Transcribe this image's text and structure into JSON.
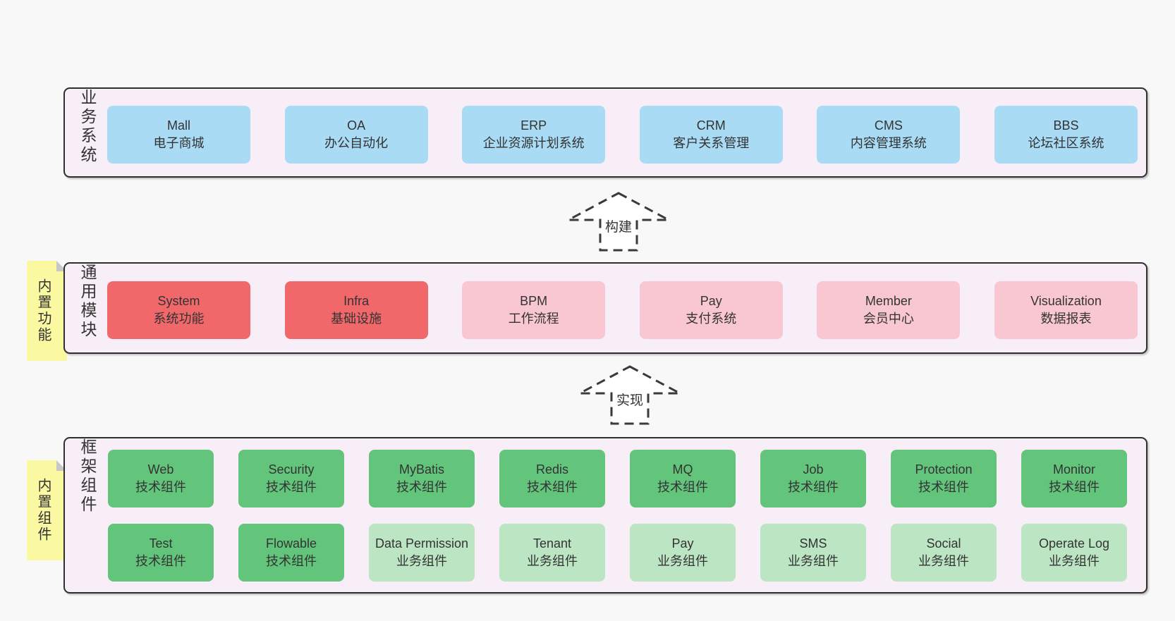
{
  "colors": {
    "page_bg": "#f8f8f8",
    "panel_bg": "#f8eef7",
    "blue": "#a9dbf5",
    "red": "#f1686b",
    "pink": "#f9c7d1",
    "green_dark": "#63c57c",
    "green_light": "#bce5c4",
    "tag_yellow": "#fbf8a2"
  },
  "arrows": {
    "build": "构建",
    "implement": "实现"
  },
  "business": {
    "label": "业务系统",
    "boxes": [
      {
        "en": "Mall",
        "zh": "电子商城"
      },
      {
        "en": "OA",
        "zh": "办公自动化"
      },
      {
        "en": "ERP",
        "zh": "企业资源计划系统"
      },
      {
        "en": "CRM",
        "zh": "客户关系管理"
      },
      {
        "en": "CMS",
        "zh": "内容管理系统"
      },
      {
        "en": "BBS",
        "zh": "论坛社区系统"
      }
    ]
  },
  "modules": {
    "label": "通用模块",
    "tag": "内置功能",
    "boxes": [
      {
        "en": "System",
        "zh": "系统功能"
      },
      {
        "en": "Infra",
        "zh": "基础设施"
      },
      {
        "en": "BPM",
        "zh": "工作流程"
      },
      {
        "en": "Pay",
        "zh": "支付系统"
      },
      {
        "en": "Member",
        "zh": "会员中心"
      },
      {
        "en": "Visualization",
        "zh": "数据报表"
      }
    ]
  },
  "framework": {
    "label": "框架组件",
    "tag": "内置组件",
    "row1": [
      {
        "en": "Web",
        "zh": "技术组件"
      },
      {
        "en": "Security",
        "zh": "技术组件"
      },
      {
        "en": "MyBatis",
        "zh": "技术组件"
      },
      {
        "en": "Redis",
        "zh": "技术组件"
      },
      {
        "en": "MQ",
        "zh": "技术组件"
      },
      {
        "en": "Job",
        "zh": "技术组件"
      },
      {
        "en": "Protection",
        "zh": "技术组件"
      },
      {
        "en": "Monitor",
        "zh": "技术组件"
      }
    ],
    "row2": [
      {
        "en": "Test",
        "zh": "技术组件"
      },
      {
        "en": "Flowable",
        "zh": "技术组件"
      },
      {
        "en": "Data Permission",
        "zh": "业务组件"
      },
      {
        "en": "Tenant",
        "zh": "业务组件"
      },
      {
        "en": "Pay",
        "zh": "业务组件"
      },
      {
        "en": "SMS",
        "zh": "业务组件"
      },
      {
        "en": "Social",
        "zh": "业务组件"
      },
      {
        "en": "Operate Log",
        "zh": "业务组件"
      }
    ]
  }
}
